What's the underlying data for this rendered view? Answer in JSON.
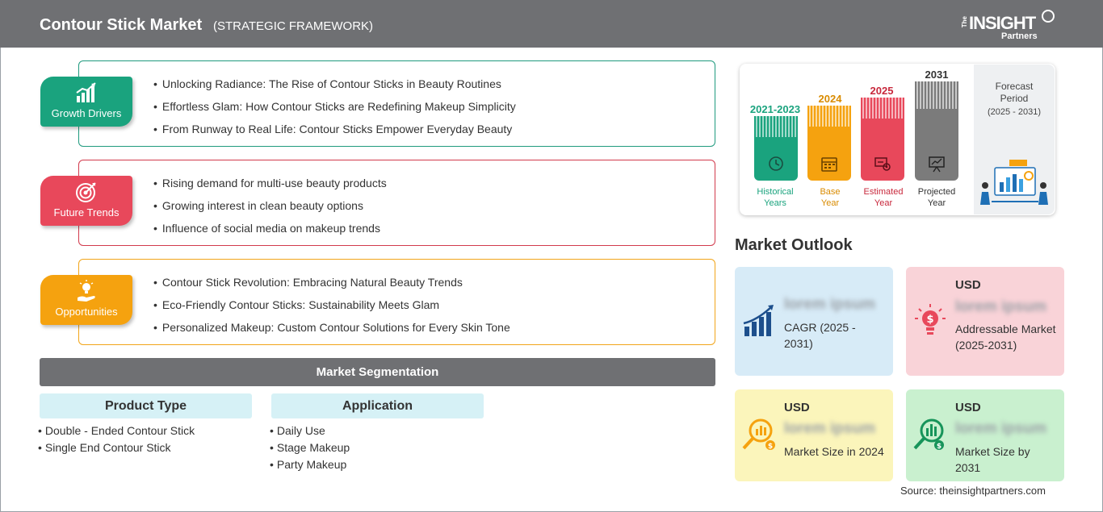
{
  "header": {
    "title": "Contour Stick Market",
    "subtitle": "(STRATEGIC FRAMEWORK)",
    "logo": {
      "the": "The",
      "insight": "INSIGHT",
      "partners": "Partners"
    }
  },
  "framework": {
    "growth_drivers": {
      "label": "Growth Drivers",
      "icon": "bar-chart-growth-icon",
      "color": "#1aa37e",
      "items": [
        "Unlocking Radiance: The Rise of Contour Sticks in Beauty Routines",
        "Effortless Glam: How Contour Sticks are Redefining Makeup Simplicity",
        "From Runway to Real Life: Contour Sticks Empower Everyday Beauty"
      ]
    },
    "future_trends": {
      "label": "Future Trends",
      "icon": "target-icon",
      "color": "#e8485b",
      "items": [
        "Rising demand for multi-use beauty products",
        "Growing interest in clean beauty options",
        "Influence of social media on makeup trends"
      ]
    },
    "opportunities": {
      "label": "Opportunities",
      "icon": "lightbulb-hand-icon",
      "color": "#f5a20f",
      "items": [
        "Contour Stick Revolution: Embracing Natural Beauty Trends",
        "Eco-Friendly Contour Sticks: Sustainability Meets Glam",
        "Personalized Makeup: Custom Contour Solutions for Every Skin Tone"
      ]
    }
  },
  "segmentation": {
    "title": "Market Segmentation",
    "product_type": {
      "label": "Product Type",
      "items": [
        "Double - Ended Contour Stick",
        "Single End Contour Stick"
      ]
    },
    "application": {
      "label": "Application",
      "items": [
        "Daily Use",
        "Stage Makeup",
        "Party Makeup"
      ]
    }
  },
  "timeline": {
    "forecast_label": "Forecast Period",
    "forecast_range": "(2025 - 2031)",
    "periods": [
      {
        "year": "2021-2023",
        "caption_1": "Historical",
        "caption_2": "Years",
        "color": "#1aa37e",
        "icon": "history-icon"
      },
      {
        "year": "2024",
        "caption_1": "Base",
        "caption_2": "Year",
        "color": "#f5a20f",
        "icon": "calendar-icon"
      },
      {
        "year": "2025",
        "caption_1": "Estimated",
        "caption_2": "Year",
        "color": "#e8485b",
        "icon": "gears-icon"
      },
      {
        "year": "2031",
        "caption_1": "Projected",
        "caption_2": "Year",
        "color": "#7b7b7b",
        "icon": "presentation-icon"
      }
    ]
  },
  "outlook": {
    "title": "Market Outlook",
    "cards": {
      "cagr": {
        "usd": "",
        "value": "lorem ipsum",
        "label": "CAGR (2025 - 2031)",
        "bg": "#d7ebf7",
        "icon": "growth-chart-icon"
      },
      "addressable": {
        "usd": "USD",
        "value": "lorem ipsum",
        "label": "Addressable Market (2025-2031)",
        "bg": "#f9d3d8",
        "icon": "dollar-bulb-icon"
      },
      "size_2024": {
        "usd": "USD",
        "value": "lorem ipsum",
        "label": "Market Size in 2024",
        "bg": "#fbf5bb",
        "icon": "magnifier-chart-icon"
      },
      "size_2031": {
        "usd": "USD",
        "value": "lorem ipsum",
        "label": "Market Size by 2031",
        "bg": "#c9f0cf",
        "icon": "magnifier-bars-icon"
      }
    }
  },
  "source": "Source: theinsightpartners.com"
}
